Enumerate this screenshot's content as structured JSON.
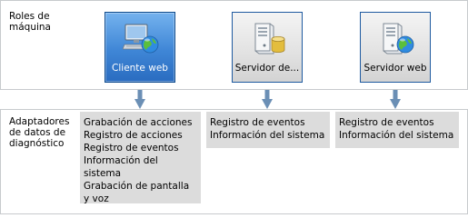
{
  "sections": {
    "roles_label": "Roles de\nmáquina",
    "adapters_label": "Adaptadores\nde datos de\ndiagnóstico"
  },
  "roles": [
    {
      "label": "Cliente web",
      "icon": "computer-globe-icon",
      "style": "blue"
    },
    {
      "label": "Servidor de...",
      "icon": "server-database-icon",
      "style": "grey"
    },
    {
      "label": "Servidor web",
      "icon": "server-globe-icon",
      "style": "grey"
    }
  ],
  "adapters": [
    {
      "items": [
        "Grabación de acciones",
        "Registro de acciones",
        "Registro de eventos",
        "Información del sistema",
        "Grabación de pantalla y voz"
      ]
    },
    {
      "items": [
        "Registro de eventos",
        "Información del sistema"
      ]
    },
    {
      "items": [
        "Registro de eventos",
        "Información del sistema"
      ]
    }
  ],
  "colors": {
    "tile_blue": "#3f86d6",
    "tile_border": "#0d4a8c",
    "arrow": "#6b8fb5",
    "adapter_bg": "#dcdcdc",
    "panel_border": "#c7cacd"
  }
}
